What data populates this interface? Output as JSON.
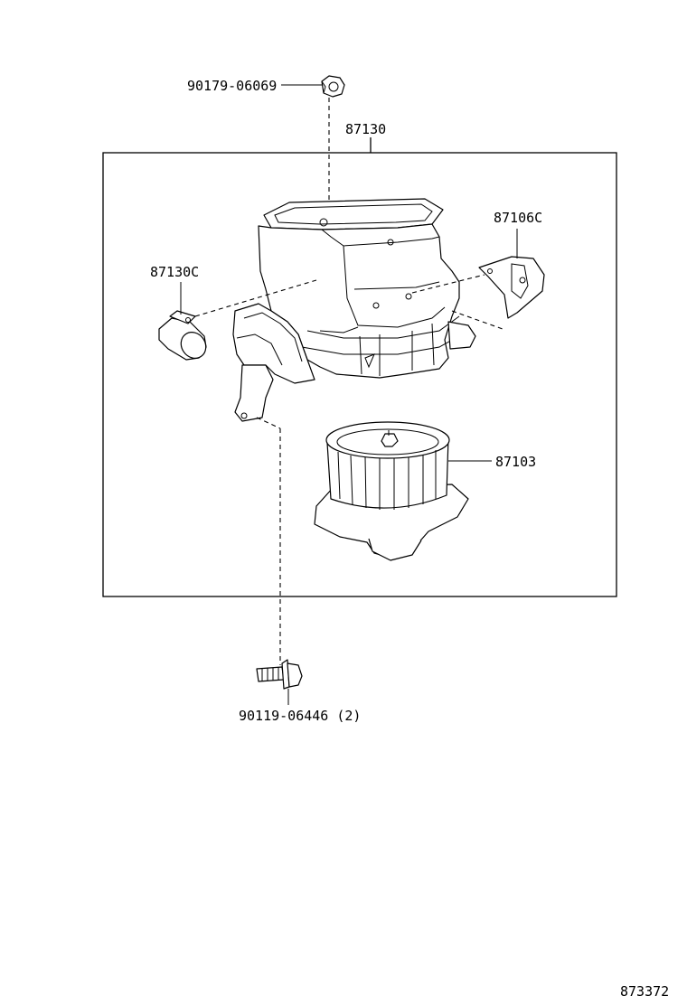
{
  "labels": {
    "nut": "90179-06069",
    "blower_case": "87130",
    "bracket": "87106C",
    "resistor": "87130C",
    "motor": "87103",
    "bolt": "90119-06446 (2)",
    "drawing_no": "873372"
  }
}
